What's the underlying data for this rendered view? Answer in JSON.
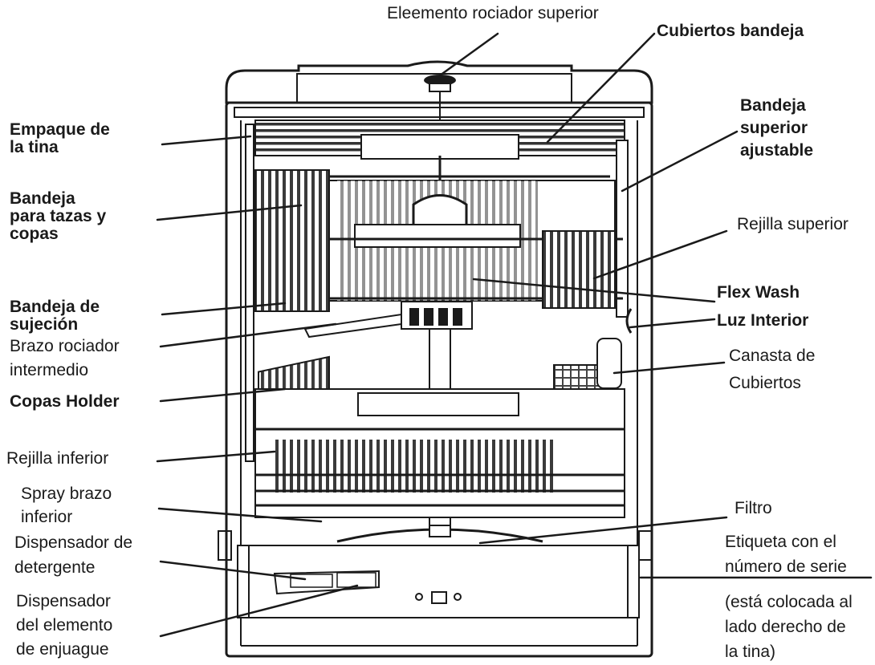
{
  "labels": {
    "top_spray": "Eleemento rociador superior",
    "utensil_tray": "Cubiertos bandeja",
    "adjustable_tray": [
      "Bandeja",
      "superior",
      "ajustable"
    ],
    "tub_gasket": [
      "Empaque de",
      "la tina"
    ],
    "cup_rack": [
      "Bandeja",
      "para tazas y",
      "copas"
    ],
    "upper_rack": "Rejilla superior",
    "flex_wash": "Flex Wash",
    "interior_light": "Luz Interior",
    "holding_tray": [
      "Bandeja de",
      "sujeción"
    ],
    "mid_spray_arm": [
      "Brazo rociador",
      "intermedio"
    ],
    "silverware_basket": [
      "Canasta de",
      "Cubiertos"
    ],
    "stemware_holder": "Copas Holder",
    "lower_rack": "Rejilla inferior",
    "lower_spray_arm": [
      "Spray brazo",
      "inferior"
    ],
    "filter": "Filtro",
    "detergent_dispenser": [
      "Dispensador de",
      "detergente"
    ],
    "serial_label": [
      "Etiqueta con el",
      "número de serie"
    ],
    "serial_note": [
      "(está colocada al",
      "lado derecho de",
      "la tina)"
    ],
    "rinse_dispenser": [
      "Dispensador",
      "del elemento",
      "de enjuague"
    ]
  }
}
